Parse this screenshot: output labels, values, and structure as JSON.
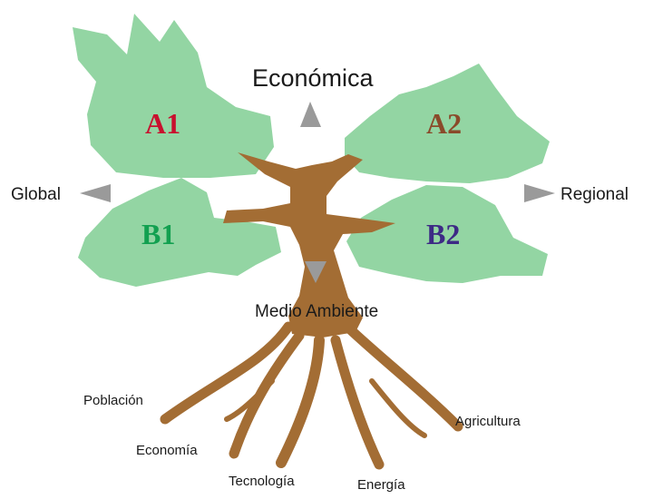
{
  "axes": {
    "top": "Económica",
    "left": "Global",
    "right": "Regional",
    "bottom": "Medio Ambiente"
  },
  "scenarios": {
    "a1": {
      "label": "A1",
      "color": "#c8102e"
    },
    "a2": {
      "label": "A2",
      "color": "#8a4a2a"
    },
    "b1": {
      "label": "B1",
      "color": "#12a050"
    },
    "b2": {
      "label": "B2",
      "color": "#3d2a85"
    }
  },
  "roots": {
    "poblacion": "Población",
    "economia": "Economía",
    "tecnologia": "Tecnología",
    "energia": "Energía",
    "agricultura": "Agricultura"
  },
  "colors": {
    "foliage": "#93d5a3",
    "trunk": "#a36d34",
    "arrow": "#9a9a9a",
    "background": "#ffffff"
  }
}
